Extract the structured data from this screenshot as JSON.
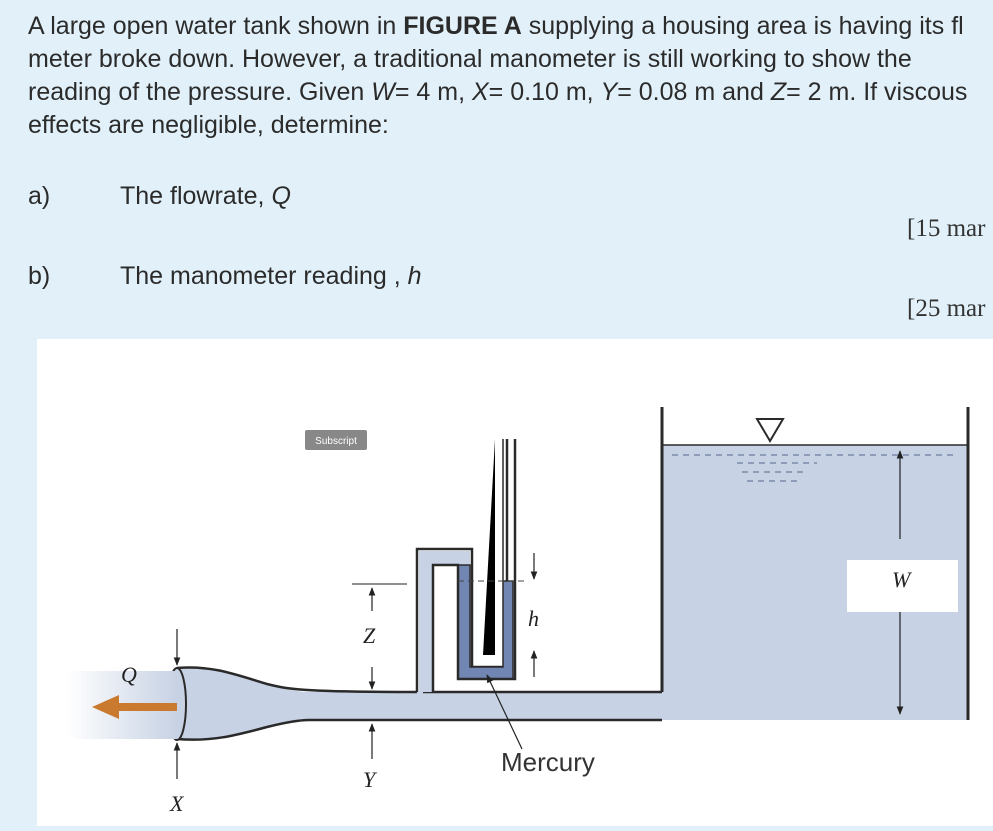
{
  "problem": {
    "line1_a": "A large open water tank shown in ",
    "line1_b": "FIGURE A",
    "line1_c": " supplying a housing area is having its fl",
    "line2": "meter broke down. However, a traditional manometer is still working to show the",
    "line3_a": "reading of the pressure. Given ",
    "line3_W": "W",
    "line3_b": "= 4 m, ",
    "line3_X": "X",
    "line3_c": "= 0.10 m, ",
    "line3_Y": "Y",
    "line3_d": "= 0.08 m and ",
    "line3_Z": "Z",
    "line3_e": "= 2 m. If viscous",
    "line4": "effects are negligible, determine:"
  },
  "questions": [
    {
      "letter": "a)",
      "text": "The flowrate, ",
      "var": "Q",
      "marks": "[15 mar"
    },
    {
      "letter": "b)",
      "text": "The manometer reading , ",
      "var": "h",
      "marks": "[25 mar"
    }
  ],
  "figure": {
    "subscript_tag": "Subscript",
    "label_Q": "Q",
    "label_X": "X",
    "label_Y": "Y",
    "label_Z": "Z",
    "label_h": "h",
    "label_W": "W",
    "label_mercury": "Mercury"
  },
  "colors": {
    "water": "#c7d2e4",
    "pipe_outline": "#2a2a2a",
    "mercury": "#7186b3",
    "arrow": "#c97a2e",
    "background": "#e2f1f9"
  }
}
